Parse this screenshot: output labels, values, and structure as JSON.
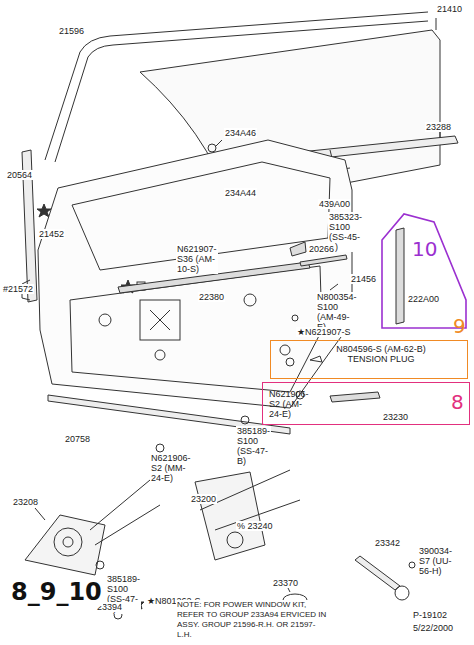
{
  "diagram": {
    "nodes": [
      {
        "text": [
          "10",
          "222A00"
        ]
      },
      {
        "text": [
          "9",
          "N804596-S (AM-62-B) TENSION PLUG"
        ]
      },
      {
        "text": [
          "8",
          "N621906-S2 (AM-24-E)",
          "23230"
        ]
      }
    ],
    "labels": [
      "21410",
      "21596",
      "23288",
      "234A46",
      "234A44",
      "439A00",
      "385323-S100 (SS-45-K)",
      "20564",
      "21452",
      "#21572",
      "N621907-S36 (AM-10-S)",
      "20266",
      "21456",
      "N800354-S100 (AM-49-E)",
      "22380",
      "★N621907-S",
      "20758",
      "N621906-S2 (MM-24-E)",
      "385189-S100 (SS-47-B)",
      "23208",
      "23200",
      "% 23240",
      "23342",
      "390034-S7 (UU-56-H)",
      "385189-S100 (SS-47-B)",
      "23394",
      "★N801262-S",
      "23370",
      "NOTE: FOR POWER WINDOW KIT, REFER TO GROUP 233A94 ERVICED IN ASSY. GROUP 21596-R.H. OR 21597-L.H.",
      "P-19102",
      "5/22/2000",
      "8_9_10"
    ]
  }
}
